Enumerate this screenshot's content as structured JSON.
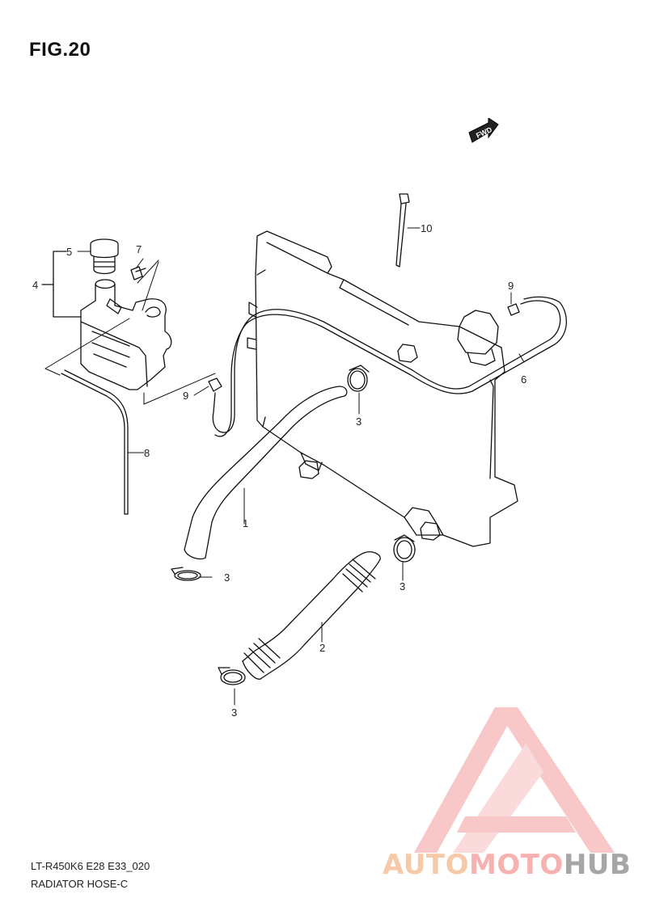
{
  "figure": {
    "title": "FIG.20"
  },
  "fwd_label": "FWD",
  "footer": {
    "code": "LT-R450K6 E28 E33_020",
    "name": "RADIATOR HOSE-C"
  },
  "callouts": [
    {
      "id": "1"
    },
    {
      "id": "2"
    },
    {
      "id": "3"
    },
    {
      "id": "4"
    },
    {
      "id": "5"
    },
    {
      "id": "6"
    },
    {
      "id": "7"
    },
    {
      "id": "8"
    },
    {
      "id": "9"
    },
    {
      "id": "10"
    }
  ],
  "watermark": {
    "part1": "AUTO",
    "part2": "MOTO",
    "part3": "HUB",
    "colors": {
      "auto": "#f6c9a9",
      "moto": "#f6b1b1",
      "hub": "#a6a6a6",
      "logo": "#f9a3a3"
    }
  }
}
